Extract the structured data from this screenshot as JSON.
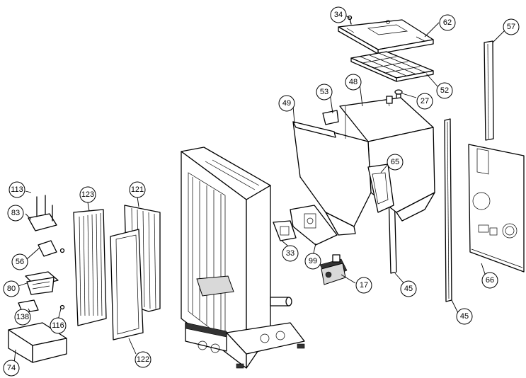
{
  "callouts": [
    {
      "id": "c34",
      "label": "34"
    },
    {
      "id": "c62",
      "label": "62"
    },
    {
      "id": "c57",
      "label": "57"
    },
    {
      "id": "c52",
      "label": "52"
    },
    {
      "id": "c27",
      "label": "27"
    },
    {
      "id": "c53",
      "label": "53"
    },
    {
      "id": "c48",
      "label": "48"
    },
    {
      "id": "c49",
      "label": "49"
    },
    {
      "id": "c65",
      "label": "65"
    },
    {
      "id": "c113",
      "label": "113"
    },
    {
      "id": "c123",
      "label": "123"
    },
    {
      "id": "c121",
      "label": "121"
    },
    {
      "id": "c83",
      "label": "83"
    },
    {
      "id": "c56",
      "label": "56"
    },
    {
      "id": "c80",
      "label": "80"
    },
    {
      "id": "c138",
      "label": "138"
    },
    {
      "id": "c116",
      "label": "116"
    },
    {
      "id": "c74",
      "label": "74"
    },
    {
      "id": "c122",
      "label": "122"
    },
    {
      "id": "c33",
      "label": "33"
    },
    {
      "id": "c99",
      "label": "99"
    },
    {
      "id": "c17",
      "label": "17"
    },
    {
      "id": "c45a",
      "label": "45"
    },
    {
      "id": "c45b",
      "label": "45"
    },
    {
      "id": "c66",
      "label": "66"
    }
  ]
}
